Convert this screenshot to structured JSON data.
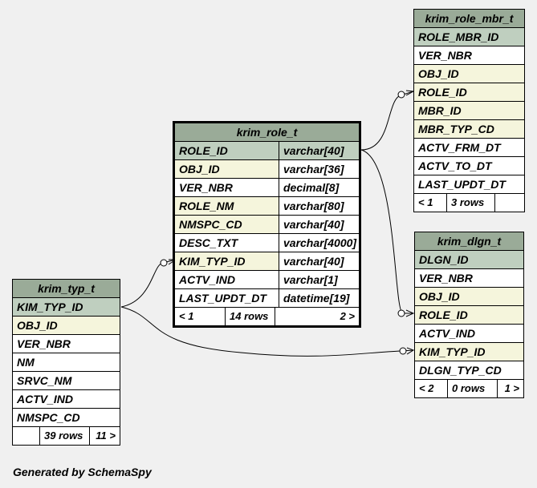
{
  "colors": {
    "header": "#9aab98",
    "primary_key": "#bfcfbf",
    "foreign_key": "#f5f5dc",
    "background": "#f0f0f0"
  },
  "tables": {
    "role": {
      "title": "krim_role_t",
      "rows": [
        {
          "name": "ROLE_ID",
          "type": "varchar[40]",
          "kind": "pk"
        },
        {
          "name": "OBJ_ID",
          "type": "varchar[36]",
          "kind": "fk"
        },
        {
          "name": "VER_NBR",
          "type": "decimal[8]",
          "kind": ""
        },
        {
          "name": "ROLE_NM",
          "type": "varchar[80]",
          "kind": "fk"
        },
        {
          "name": "NMSPC_CD",
          "type": "varchar[40]",
          "kind": "fk"
        },
        {
          "name": "DESC_TXT",
          "type": "varchar[4000]",
          "kind": ""
        },
        {
          "name": "KIM_TYP_ID",
          "type": "varchar[40]",
          "kind": "fk"
        },
        {
          "name": "ACTV_IND",
          "type": "varchar[1]",
          "kind": ""
        },
        {
          "name": "LAST_UPDT_DT",
          "type": "datetime[19]",
          "kind": ""
        }
      ],
      "footer": {
        "left": "< 1",
        "mid": "14 rows",
        "right": "2 >"
      }
    },
    "role_mbr": {
      "title": "krim_role_mbr_t",
      "rows": [
        {
          "name": "ROLE_MBR_ID",
          "kind": "pk"
        },
        {
          "name": "VER_NBR",
          "kind": ""
        },
        {
          "name": "OBJ_ID",
          "kind": "fk"
        },
        {
          "name": "ROLE_ID",
          "kind": "fk"
        },
        {
          "name": "MBR_ID",
          "kind": "fk"
        },
        {
          "name": "MBR_TYP_CD",
          "kind": "fk"
        },
        {
          "name": "ACTV_FRM_DT",
          "kind": ""
        },
        {
          "name": "ACTV_TO_DT",
          "kind": ""
        },
        {
          "name": "LAST_UPDT_DT",
          "kind": ""
        }
      ],
      "footer": {
        "left": "< 1",
        "mid": "3 rows",
        "right": ""
      }
    },
    "dlgn": {
      "title": "krim_dlgn_t",
      "rows": [
        {
          "name": "DLGN_ID",
          "kind": "pk"
        },
        {
          "name": "VER_NBR",
          "kind": ""
        },
        {
          "name": "OBJ_ID",
          "kind": "fk"
        },
        {
          "name": "ROLE_ID",
          "kind": "fk"
        },
        {
          "name": "ACTV_IND",
          "kind": ""
        },
        {
          "name": "KIM_TYP_ID",
          "kind": "fk"
        },
        {
          "name": "DLGN_TYP_CD",
          "kind": ""
        }
      ],
      "footer": {
        "left": "< 2",
        "mid": "0 rows",
        "right": "1 >"
      }
    },
    "typ": {
      "title": "krim_typ_t",
      "rows": [
        {
          "name": "KIM_TYP_ID",
          "kind": "pk"
        },
        {
          "name": "OBJ_ID",
          "kind": "fk"
        },
        {
          "name": "VER_NBR",
          "kind": ""
        },
        {
          "name": "NM",
          "kind": ""
        },
        {
          "name": "SRVC_NM",
          "kind": ""
        },
        {
          "name": "ACTV_IND",
          "kind": ""
        },
        {
          "name": "NMSPC_CD",
          "kind": ""
        }
      ],
      "footer": {
        "left": "",
        "mid": "39 rows",
        "right": "11 >"
      }
    }
  },
  "footer_text": "Generated by SchemaSpy"
}
